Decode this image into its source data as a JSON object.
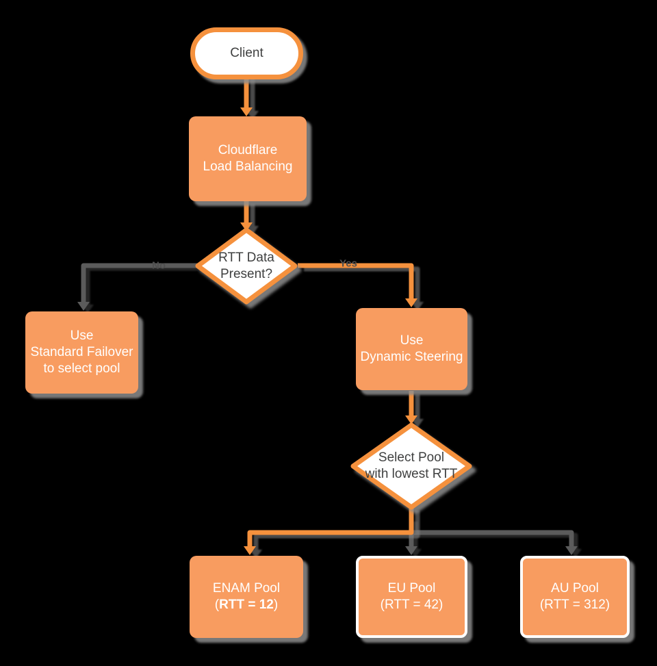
{
  "colors": {
    "background": "#000000",
    "node_fill": "#f89c60",
    "node_stroke": "#f5913d",
    "edge_gray": "#5b5b5b",
    "text_dark": "#3f4040",
    "text_light": "#ffffff",
    "shadow": "#8d8d8d",
    "edge_label_color": "#4f4f4f",
    "pool_border": "#ffffff"
  },
  "nodes": {
    "client": {
      "label": "Client"
    },
    "load_balancing": {
      "lines": [
        "Cloudflare",
        "Load Balancing"
      ]
    },
    "rtt_decision": {
      "lines": [
        "RTT Data",
        "Present?"
      ]
    },
    "standard_failover": {
      "lines": [
        "Use",
        "Standard Failover",
        "to select pool"
      ]
    },
    "dynamic_steering": {
      "lines": [
        "Use",
        "Dynamic Steering"
      ]
    },
    "select_pool": {
      "lines": [
        "Select Pool",
        "with lowest RTT"
      ]
    },
    "enam_pool": {
      "line1": "ENAM Pool",
      "line2_open": "(",
      "line2_value": "RTT = 12",
      "line2_close": ")"
    },
    "eu_pool": {
      "lines": [
        "EU Pool",
        "(RTT = 42)"
      ]
    },
    "au_pool": {
      "lines": [
        "AU Pool",
        "(RTT = 312)"
      ]
    }
  },
  "edges": {
    "no_label": "No",
    "yes_label": "Yes"
  }
}
